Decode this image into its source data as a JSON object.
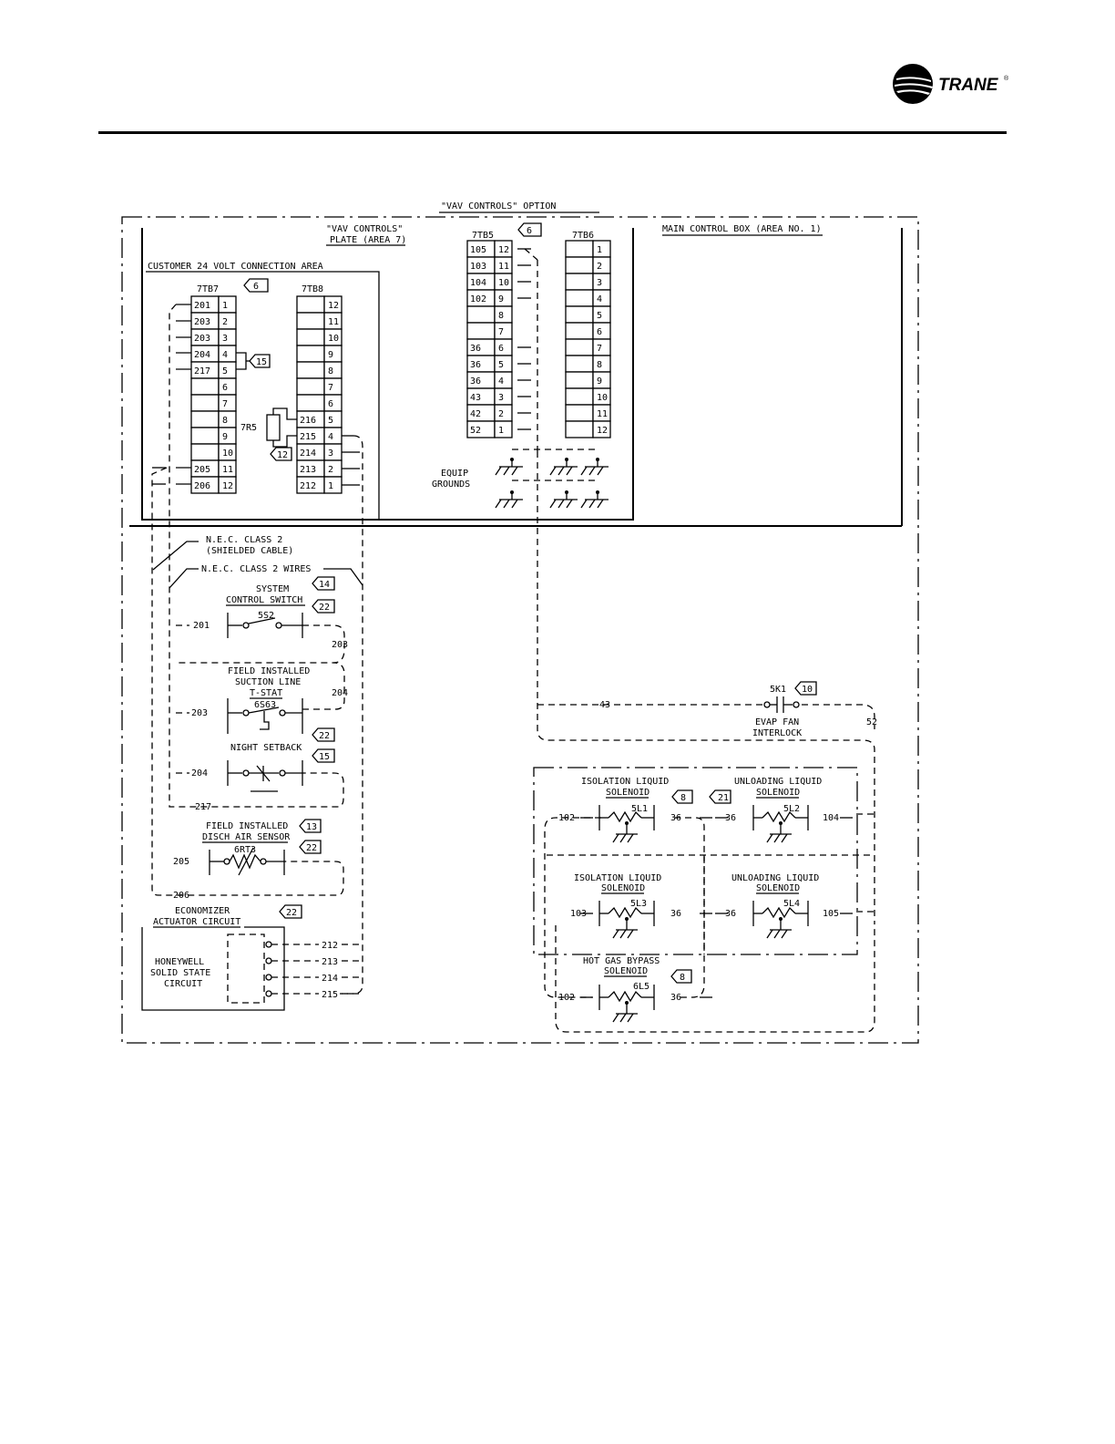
{
  "brand": {
    "name": "TRANE",
    "mark": "®"
  },
  "option_title": "\"VAV CONTROLS\" OPTION",
  "plate_title": [
    "\"VAV CONTROLS\"",
    "PLATE (AREA 7)"
  ],
  "main_box_title": "MAIN CONTROL BOX (AREA NO. 1)",
  "customer_area_title": "CUSTOMER 24 VOLT CONNECTION AREA",
  "tb7": {
    "name": "7TB7",
    "left": [
      "201",
      "203",
      "203",
      "204",
      "217",
      "",
      "",
      "",
      "",
      "",
      "205",
      "206"
    ],
    "right": [
      "1",
      "2",
      "3",
      "4",
      "5",
      "6",
      "7",
      "8",
      "9",
      "10",
      "11",
      "12"
    ]
  },
  "tb8": {
    "name": "7TB8",
    "left": [
      "",
      "",
      "",
      "",
      "",
      "",
      "",
      "216",
      "215",
      "214",
      "213",
      "212"
    ],
    "right": [
      "12",
      "11",
      "10",
      "9",
      "8",
      "7",
      "6",
      "5",
      "4",
      "3",
      "2",
      "1"
    ]
  },
  "tb5": {
    "name": "7TB5",
    "left": [
      "105",
      "103",
      "104",
      "102",
      "",
      "",
      "36",
      "36",
      "36",
      "43",
      "42",
      "52"
    ],
    "right": [
      "12",
      "11",
      "10",
      "9",
      "8",
      "7",
      "6",
      "5",
      "4",
      "3",
      "2",
      "1"
    ]
  },
  "tb6": {
    "name": "7TB6",
    "right": [
      "1",
      "2",
      "3",
      "4",
      "5",
      "6",
      "7",
      "8",
      "9",
      "10",
      "11",
      "12"
    ]
  },
  "resistor": "7R5",
  "notes": {
    "n6a": "6",
    "n6b": "6",
    "n15a": "15",
    "n12": "12",
    "n14": "14",
    "n22a": "22",
    "n22b": "22",
    "n15b": "15",
    "n13": "13",
    "n22c": "22",
    "n22d": "22",
    "n10": "10",
    "n8a": "8",
    "n21": "21",
    "n8b": "8"
  },
  "equip_grounds": [
    "EQUIP",
    "GROUNDS"
  ],
  "nec_shielded": [
    "N.E.C. CLASS 2",
    "(SHIELDED CABLE)"
  ],
  "nec_wires": "N.E.C. CLASS 2 WIRES",
  "system_switch": {
    "title": [
      "SYSTEM",
      "CONTROL SWITCH"
    ],
    "device": "5S2",
    "in": "201",
    "out": "203"
  },
  "tstat": {
    "title": [
      "FIELD INSTALLED",
      "SUCTION LINE",
      "T-STAT"
    ],
    "device": "6S63",
    "in": "203",
    "out": "204"
  },
  "night_setback": {
    "title": "NIGHT SETBACK",
    "in": "204",
    "out": "217"
  },
  "air_sensor": {
    "title": [
      "FIELD INSTALLED",
      "DISCH AIR SENSOR"
    ],
    "device": "6RT3",
    "in": "205",
    "out": "206"
  },
  "economizer": {
    "title": [
      "ECONOMIZER",
      "ACTUATOR CIRCUIT"
    ],
    "honeywell": [
      "HONEYWELL",
      "SOLID STATE",
      "CIRCUIT"
    ],
    "wires": [
      "212",
      "213",
      "214",
      "215"
    ]
  },
  "fan_interlock": {
    "device": "5K1",
    "wire_in": "43",
    "title": [
      "EVAP FAN",
      "INTERLOCK"
    ],
    "wire_out": "52"
  },
  "solenoids": {
    "s1": {
      "title": [
        "ISOLATION LIQUID",
        "SOLENOID"
      ],
      "device": "5L1",
      "in": "102",
      "out": "36"
    },
    "s2": {
      "title": [
        "UNLOADING LIQUID",
        "SOLENOID"
      ],
      "device": "5L2",
      "in": "36",
      "out": "104"
    },
    "s3": {
      "title": [
        "ISOLATION LIQUID",
        "SOLENOID"
      ],
      "device": "5L3",
      "in": "103",
      "out": "36"
    },
    "s4": {
      "title": [
        "UNLOADING LIQUID",
        "SOLENOID"
      ],
      "device": "5L4",
      "in": "36",
      "out": "105"
    },
    "s5": {
      "title": [
        "HOT GAS BYPASS",
        "SOLENOID"
      ],
      "device": "6L5",
      "in": "102",
      "out": "36"
    }
  }
}
